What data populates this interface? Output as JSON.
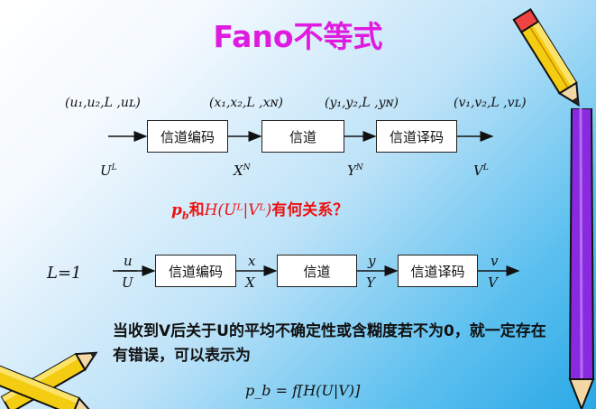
{
  "title": "Fano不等式",
  "sequences": {
    "u": "(u₁,u₂,L ,uʟ)",
    "x": "(x₁,x₂,L ,xɴ)",
    "y": "(y₁,y₂,L ,yɴ)",
    "v": "(v₁,v₂,L ,vʟ)"
  },
  "top_diagram": {
    "encoder": "信道编码",
    "channel": "信道",
    "decoder": "信道译码",
    "U": "U",
    "U_sup": "L",
    "X": "X",
    "X_sup": "N",
    "Y": "Y",
    "Y_sup": "N",
    "V": "V",
    "V_sup": "L"
  },
  "question": {
    "pb": "p",
    "pb_sub": "b",
    "he": "和",
    "expr": "H(Uᴸ|Vᴸ)",
    "suffix": "有何关系？"
  },
  "bottom_diagram": {
    "label": "L=1",
    "encoder": "信道编码",
    "channel": "信道",
    "decoder": "信道译码",
    "u_top": "u",
    "u_bot": "U",
    "x_top": "x",
    "x_bot": "X",
    "y_top": "y",
    "y_bot": "Y",
    "v_top": "v",
    "v_bot": "V"
  },
  "statement": "当收到V后关于U的平均不确定性或含糊度若不为0，就一定存在有错误，可以表示为",
  "formula": "p_b = f[H(U|V)]",
  "colors": {
    "title": "#e01be0",
    "question": "#ee1111"
  }
}
